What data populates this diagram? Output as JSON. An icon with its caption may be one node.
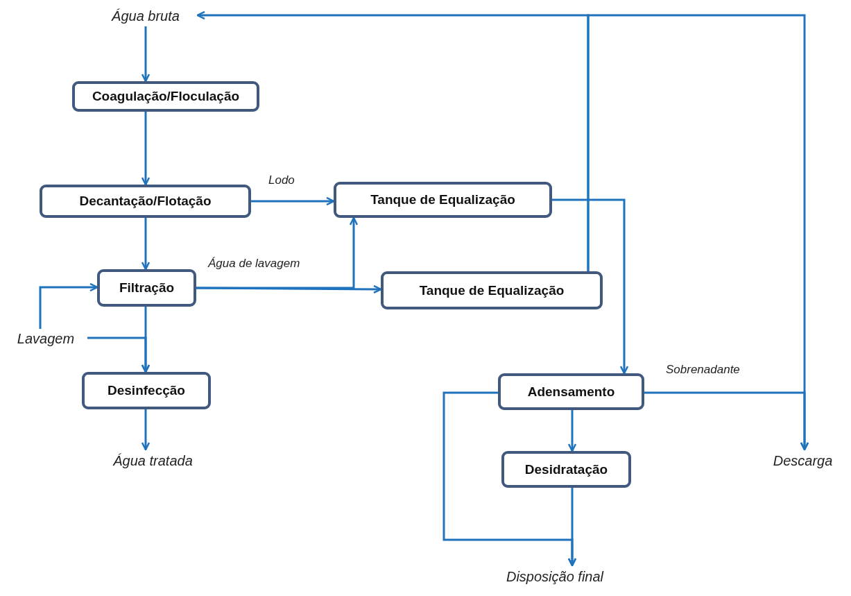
{
  "diagram": {
    "nodes": [
      {
        "text": [
          "Água bruta"
        ]
      },
      {
        "text": [
          "Coagulação/Floculação"
        ]
      },
      {
        "text": [
          "Decantação/Flotação"
        ]
      },
      {
        "text": [
          "Tanque de Equalização"
        ]
      },
      {
        "text": [
          "Filtração"
        ]
      },
      {
        "text": [
          "Tanque de Equalização"
        ]
      },
      {
        "text": [
          "Lavagem"
        ]
      },
      {
        "text": [
          "Desinfecção"
        ]
      },
      {
        "text": [
          "Água tratada"
        ]
      },
      {
        "text": [
          "Adensamento"
        ]
      },
      {
        "text": [
          "Desidratação"
        ]
      },
      {
        "text": [
          "Descarga"
        ]
      },
      {
        "text": [
          "Disposição final"
        ]
      }
    ],
    "edges": [
      {
        "from": 0,
        "to": 1,
        "arrow": "to"
      },
      {
        "from": 1,
        "to": 2,
        "arrow": "to"
      },
      {
        "from": 2,
        "to": 3,
        "arrow": "to",
        "label": "Lodo"
      },
      {
        "from": 2,
        "to": 4,
        "arrow": "to"
      },
      {
        "from": 4,
        "to": 5,
        "arrow": "to",
        "label": "Água de lavagem"
      },
      {
        "from": 4,
        "to": 3,
        "arrow": "to"
      },
      {
        "from": 6,
        "to": 4,
        "arrow": "to"
      },
      {
        "from": 6,
        "to": 7,
        "arrow": "to"
      },
      {
        "from": 4,
        "to": 7,
        "arrow": "to"
      },
      {
        "from": 7,
        "to": 8,
        "arrow": "to"
      },
      {
        "from": 5,
        "to": 0,
        "arrow": "to"
      },
      {
        "from": 5,
        "to": 11,
        "arrow": "to"
      },
      {
        "from": 3,
        "to": 9,
        "arrow": "to"
      },
      {
        "from": 9,
        "to": 11,
        "arrow": "to",
        "label": "Sobrenadante"
      },
      {
        "from": 9,
        "to": 10,
        "arrow": "to"
      },
      {
        "from": 10,
        "to": 12,
        "arrow": "to"
      },
      {
        "from": 9,
        "to": 12,
        "arrow": "to"
      }
    ]
  }
}
